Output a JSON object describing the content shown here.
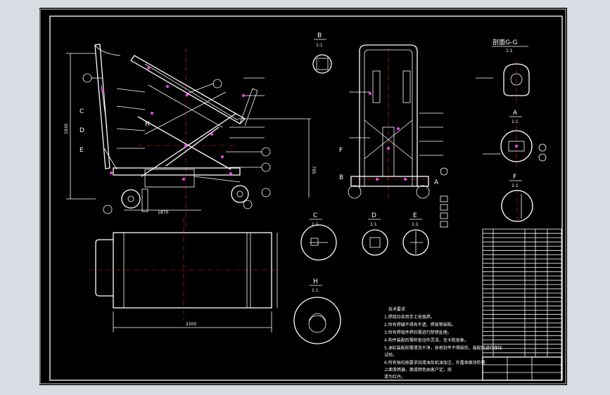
{
  "colors": {
    "frame": "#ffffff",
    "outline": "#ffffff",
    "centerline": "#ff2020",
    "callout": "#ff40ff",
    "background": "#000000",
    "viewport": "#d8dde4"
  },
  "view_labels": {
    "section_gg": "剖面G-G",
    "section_gg_scale": "1:1",
    "view_b_letter": "B",
    "view_b_scale": "1:1",
    "view_a_letter": "A",
    "view_a_scale": "1:1",
    "view_f_letter": "F",
    "view_f_scale": "1:1",
    "view_c_letter": "C",
    "view_c_scale": "1:1",
    "view_d_letter": "D",
    "view_d_scale": "1:1",
    "view_e_letter": "E",
    "view_e_scale": "1:1",
    "view_h_letter": "H",
    "view_h_scale": "1:1"
  },
  "side_letters": [
    "C",
    "D",
    "E",
    "H"
  ],
  "front_letters": [
    "F",
    "B",
    "A"
  ],
  "dimensions": {
    "plan_width": "2200",
    "base_length": "1870"
  },
  "technical_requirements": {
    "title": "技术要求",
    "lines": [
      "1.焊接均采用手工电弧焊。",
      "2.所有焊缝不得有不透、焊穿等缺陷。",
      "3.所有焊接件焊后需进行除锈处理。",
      "4.构件装配后需检查动作灵活，无卡阻现象。",
      "5.油缸装配前需清洗干净，各密封件不得损伤，装配后进行保压",
      "   试验。",
      "6.所有铀均按要求润滑油及机油加注，外露表面涂防锈",
      "   上面漆两遍，面漆颜色由客户定，底",
      "   漆为红丹。"
    ]
  }
}
